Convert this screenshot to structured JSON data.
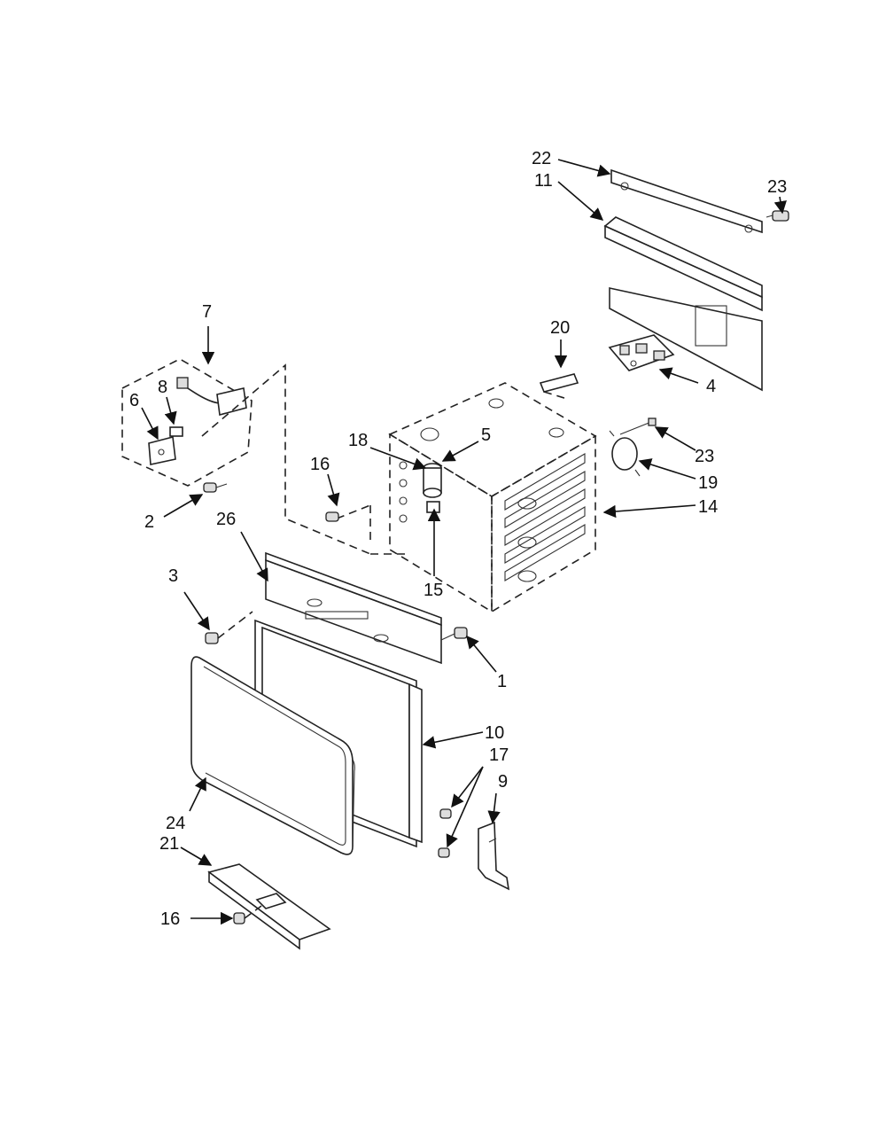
{
  "diagram": {
    "callouts": [
      {
        "id": "c22a",
        "text": "22"
      },
      {
        "id": "c11",
        "text": "11"
      },
      {
        "id": "c23a",
        "text": "23"
      },
      {
        "id": "c7",
        "text": "7"
      },
      {
        "id": "c20",
        "text": "20"
      },
      {
        "id": "c8",
        "text": "8"
      },
      {
        "id": "c6",
        "text": "6"
      },
      {
        "id": "c4",
        "text": "4"
      },
      {
        "id": "c18",
        "text": "18"
      },
      {
        "id": "c5",
        "text": "5"
      },
      {
        "id": "c23b",
        "text": "23"
      },
      {
        "id": "c16a",
        "text": "16"
      },
      {
        "id": "c19",
        "text": "19"
      },
      {
        "id": "c14",
        "text": "14"
      },
      {
        "id": "c2",
        "text": "2"
      },
      {
        "id": "c26",
        "text": "26"
      },
      {
        "id": "c15",
        "text": "15"
      },
      {
        "id": "c3",
        "text": "3"
      },
      {
        "id": "c1",
        "text": "1"
      },
      {
        "id": "c10",
        "text": "10"
      },
      {
        "id": "c17",
        "text": "17"
      },
      {
        "id": "c9",
        "text": "9"
      },
      {
        "id": "c24",
        "text": "24"
      },
      {
        "id": "c21",
        "text": "21"
      },
      {
        "id": "c16b",
        "text": "16"
      }
    ]
  }
}
